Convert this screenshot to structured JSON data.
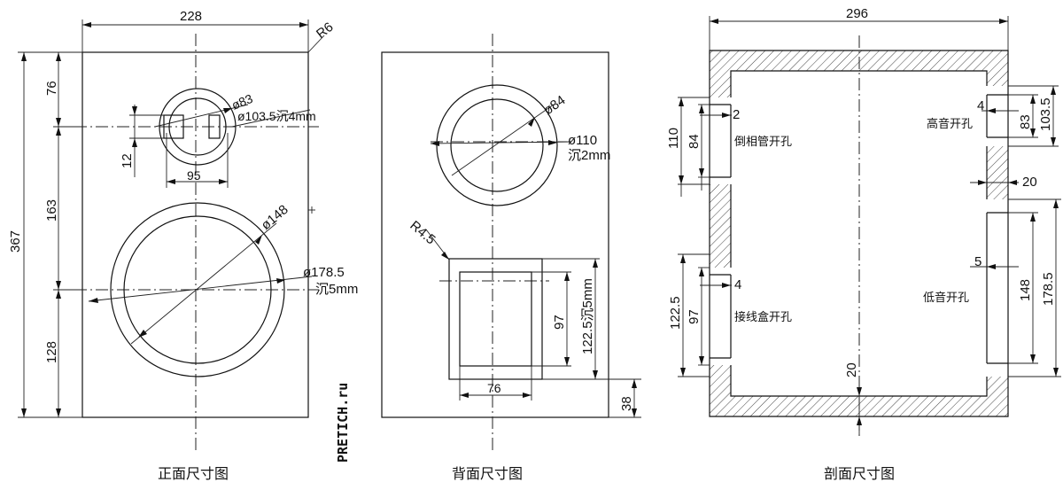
{
  "front": {
    "caption": "正面尺寸图",
    "width": "228",
    "height": "367",
    "radius": "R6",
    "seg_top": "76",
    "seg_mid": "163",
    "seg_bot": "128",
    "tweeter_inner": "ø83",
    "tweeter_outer": "ø103.5沉4mm",
    "tweeter_offset": "12",
    "tweeter_width": "95",
    "woofer_inner": "ø148",
    "woofer_outer": "ø178.5",
    "woofer_depth": "沉5mm"
  },
  "back": {
    "caption": "背面尺寸图",
    "port_inner": "ø84",
    "port_outer": "ø110",
    "port_depth": "沉2mm",
    "radius": "R4.5",
    "terminal_inner_h": "97",
    "terminal_outer_h": "122.5沉5mm",
    "terminal_width": "76",
    "terminal_bottom": "38"
  },
  "section": {
    "caption": "剖面尺寸图",
    "width": "296",
    "left_port_outer": "110",
    "left_port_inner": "84",
    "left_port_depth": "2",
    "port_label": "倒相管开孔",
    "left_term_outer": "122.5",
    "left_term_inner": "97",
    "left_term_depth": "4",
    "terminal_label": "接线盒开孔",
    "tweeter_depth": "4",
    "tweeter_inner": "83",
    "tweeter_outer": "103.5",
    "tweeter_label": "高音开孔",
    "wall": "20",
    "woofer_depth": "5",
    "woofer_inner": "148",
    "woofer_outer": "178.5",
    "woofer_label": "低音开孔",
    "bottom_wall": "20"
  },
  "watermark": "PRETICH.ru"
}
